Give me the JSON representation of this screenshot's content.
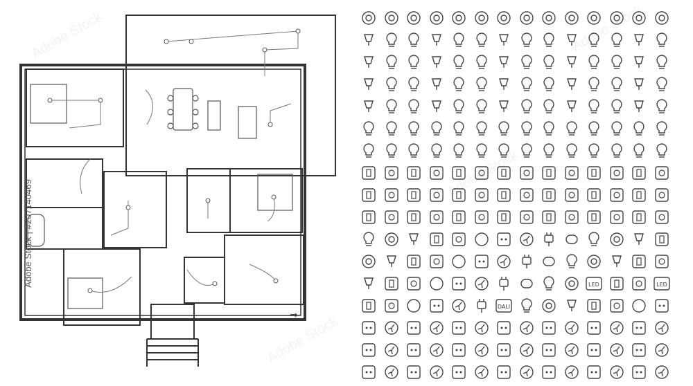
{
  "watermark": {
    "side_text": "Adobe Stock | #207140469",
    "repeat_text": "Adobe Stock"
  },
  "floorplan": {
    "entrance_arrow_label": "⇒"
  },
  "icon_grid": {
    "columns": 14,
    "rows": 17,
    "text_labels": {
      "led_1": "LED",
      "led_2": "LED",
      "dali": "DALI"
    }
  },
  "colors": {
    "line": "#444444",
    "wall": "#333333",
    "stroke_light": "#777777"
  }
}
